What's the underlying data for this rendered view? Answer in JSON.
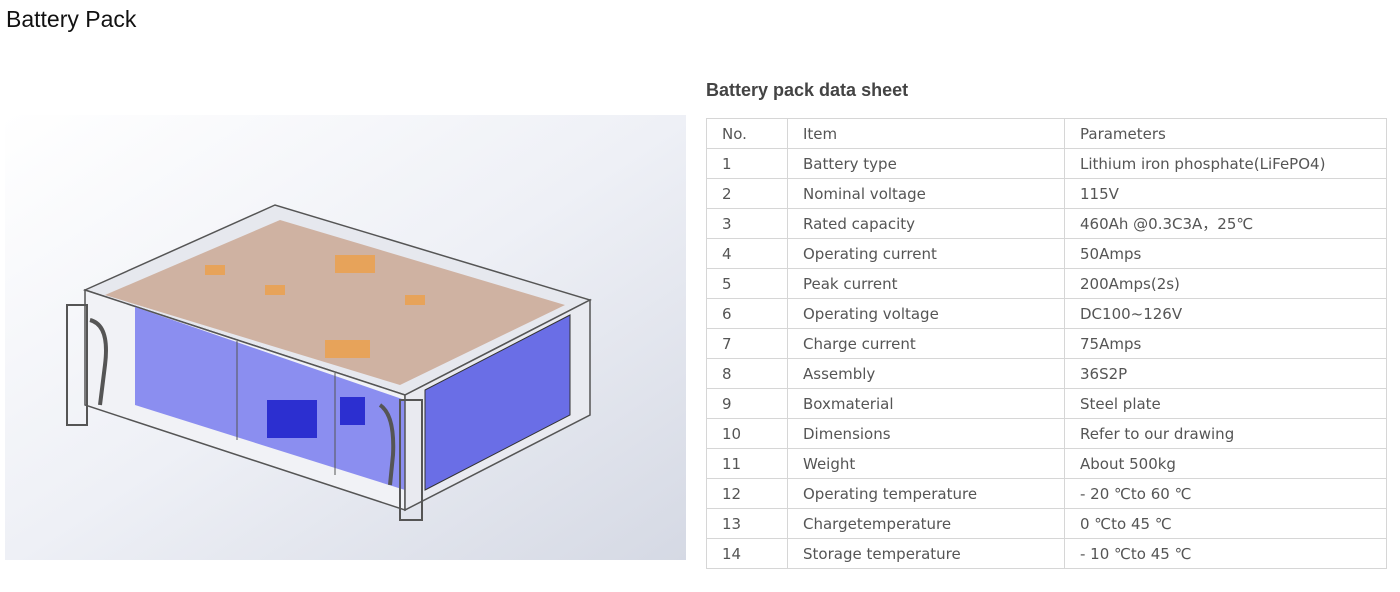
{
  "page": {
    "title": "Battery Pack"
  },
  "datasheet": {
    "title": "Battery pack data sheet",
    "headers": [
      "No.",
      "Item",
      "Parameters"
    ],
    "rows": [
      [
        "1",
        "Battery type",
        "Lithium iron phosphate(LiFePO4)"
      ],
      [
        "2",
        "Nominal voltage",
        "115V"
      ],
      [
        "3",
        "Rated capacity",
        "460Ah @0.3C3A，25℃"
      ],
      [
        "4",
        "Operating current",
        "50Amps"
      ],
      [
        "5",
        "Peak current",
        "200Amps(2s)"
      ],
      [
        "6",
        "Operating voltage",
        "DC100~126V"
      ],
      [
        "7",
        "Charge current",
        "75Amps"
      ],
      [
        "8",
        "Assembly",
        "36S2P"
      ],
      [
        "9",
        "Boxmaterial",
        "Steel plate"
      ],
      [
        "10",
        "Dimensions",
        "Refer to our drawing"
      ],
      [
        "11",
        "Weight",
        "About 500kg"
      ],
      [
        "12",
        "Operating temperature",
        "- 20 ℃to 60 ℃"
      ],
      [
        "13",
        "Chargetemperature",
        "0 ℃to 45 ℃"
      ],
      [
        "14",
        "Storage temperature",
        "- 10 ℃to 45 ℃"
      ]
    ]
  }
}
